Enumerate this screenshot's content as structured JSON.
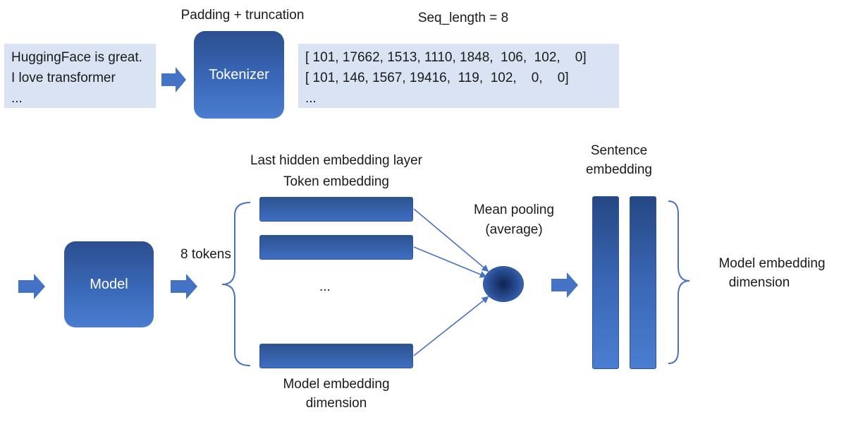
{
  "tokenizer": {
    "header": "Padding + truncation",
    "label": "Tokenizer"
  },
  "input": {
    "lines": [
      "HuggingFace is great.",
      "I love transformer",
      "..."
    ]
  },
  "ids": {
    "header": "Seq_length = 8",
    "lines": [
      "[ 101, 17662, 1513, 1110, 1848,  106,  102,    0]",
      "[ 101, 146, 1567, 19416,  119,  102,    0,    0]",
      "..."
    ]
  },
  "model": {
    "label": "Model"
  },
  "tokens_label": "8 tokens",
  "embedding": {
    "title_1": "Last hidden embedding layer",
    "title_2": "Token embedding",
    "ellipsis": "...",
    "dim_label_1": "Model embedding",
    "dim_label_2": "dimension"
  },
  "pooling": {
    "label_1": "Mean pooling",
    "label_2": "(average)"
  },
  "sentence": {
    "title_1": "Sentence",
    "title_2": "embedding",
    "dim_label_1": "Model embedding",
    "dim_label_2": "dimension"
  },
  "colors": {
    "box_blue": "#3a68b8",
    "light_blue_fill": "#dae3f3",
    "arrow_blue": "#4472c4",
    "line_blue": "#4a72c0"
  }
}
